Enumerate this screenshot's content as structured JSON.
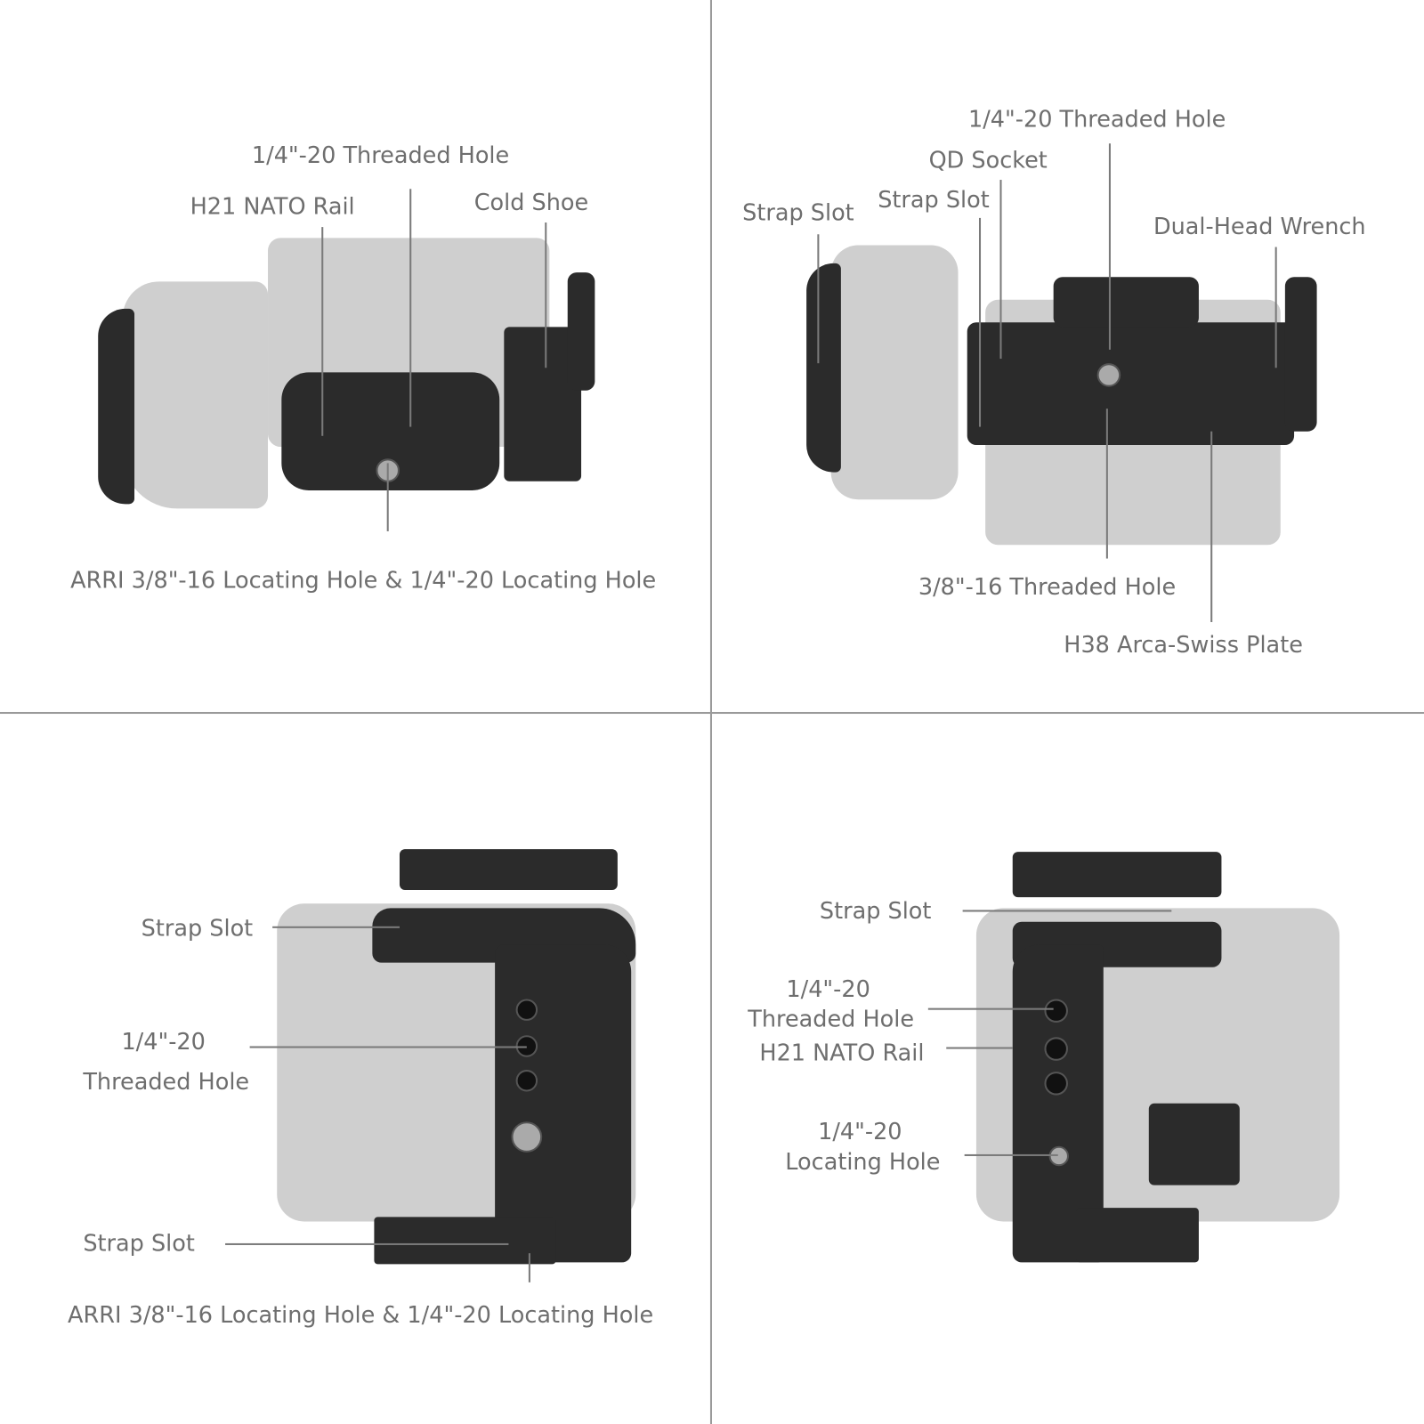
{
  "top_left": {
    "threaded_hole": "1/4\"-20 Threaded Hole",
    "nato_rail": "H21 NATO Rail",
    "cold_shoe": "Cold Shoe",
    "locating_holes": "ARRI 3/8\"-16 Locating Hole & 1/4\"-20 Locating Hole"
  },
  "top_right": {
    "threaded_hole": "1/4\"-20 Threaded Hole",
    "qd_socket": "QD Socket",
    "strap_slot_inner": "Strap Slot",
    "strap_slot_outer": "Strap Slot",
    "wrench": "Dual-Head Wrench",
    "threaded_hole_38": "3/8\"-16 Threaded Hole",
    "arca_plate": "H38 Arca-Swiss Plate"
  },
  "bottom_left": {
    "strap_slot_top": "Strap Slot",
    "threaded_hole_line1": "1/4\"-20",
    "threaded_hole_line2": "Threaded Hole",
    "strap_slot_bottom": "Strap Slot",
    "locating_holes": "ARRI 3/8\"-16 Locating Hole & 1/4\"-20 Locating Hole"
  },
  "bottom_right": {
    "strap_slot": "Strap Slot",
    "threaded_hole_line1": "1/4\"-20",
    "threaded_hole_line2": "Threaded Hole",
    "nato_rail": "H21 NATO Rail",
    "locating_hole_line1": "1/4\"-20",
    "locating_hole_line2": "Locating Hole"
  },
  "colors": {
    "label": "#6e6e6e",
    "divider": "#9a9a9a",
    "cage": "#2b2b2b",
    "camera": "#cfcfcf"
  }
}
